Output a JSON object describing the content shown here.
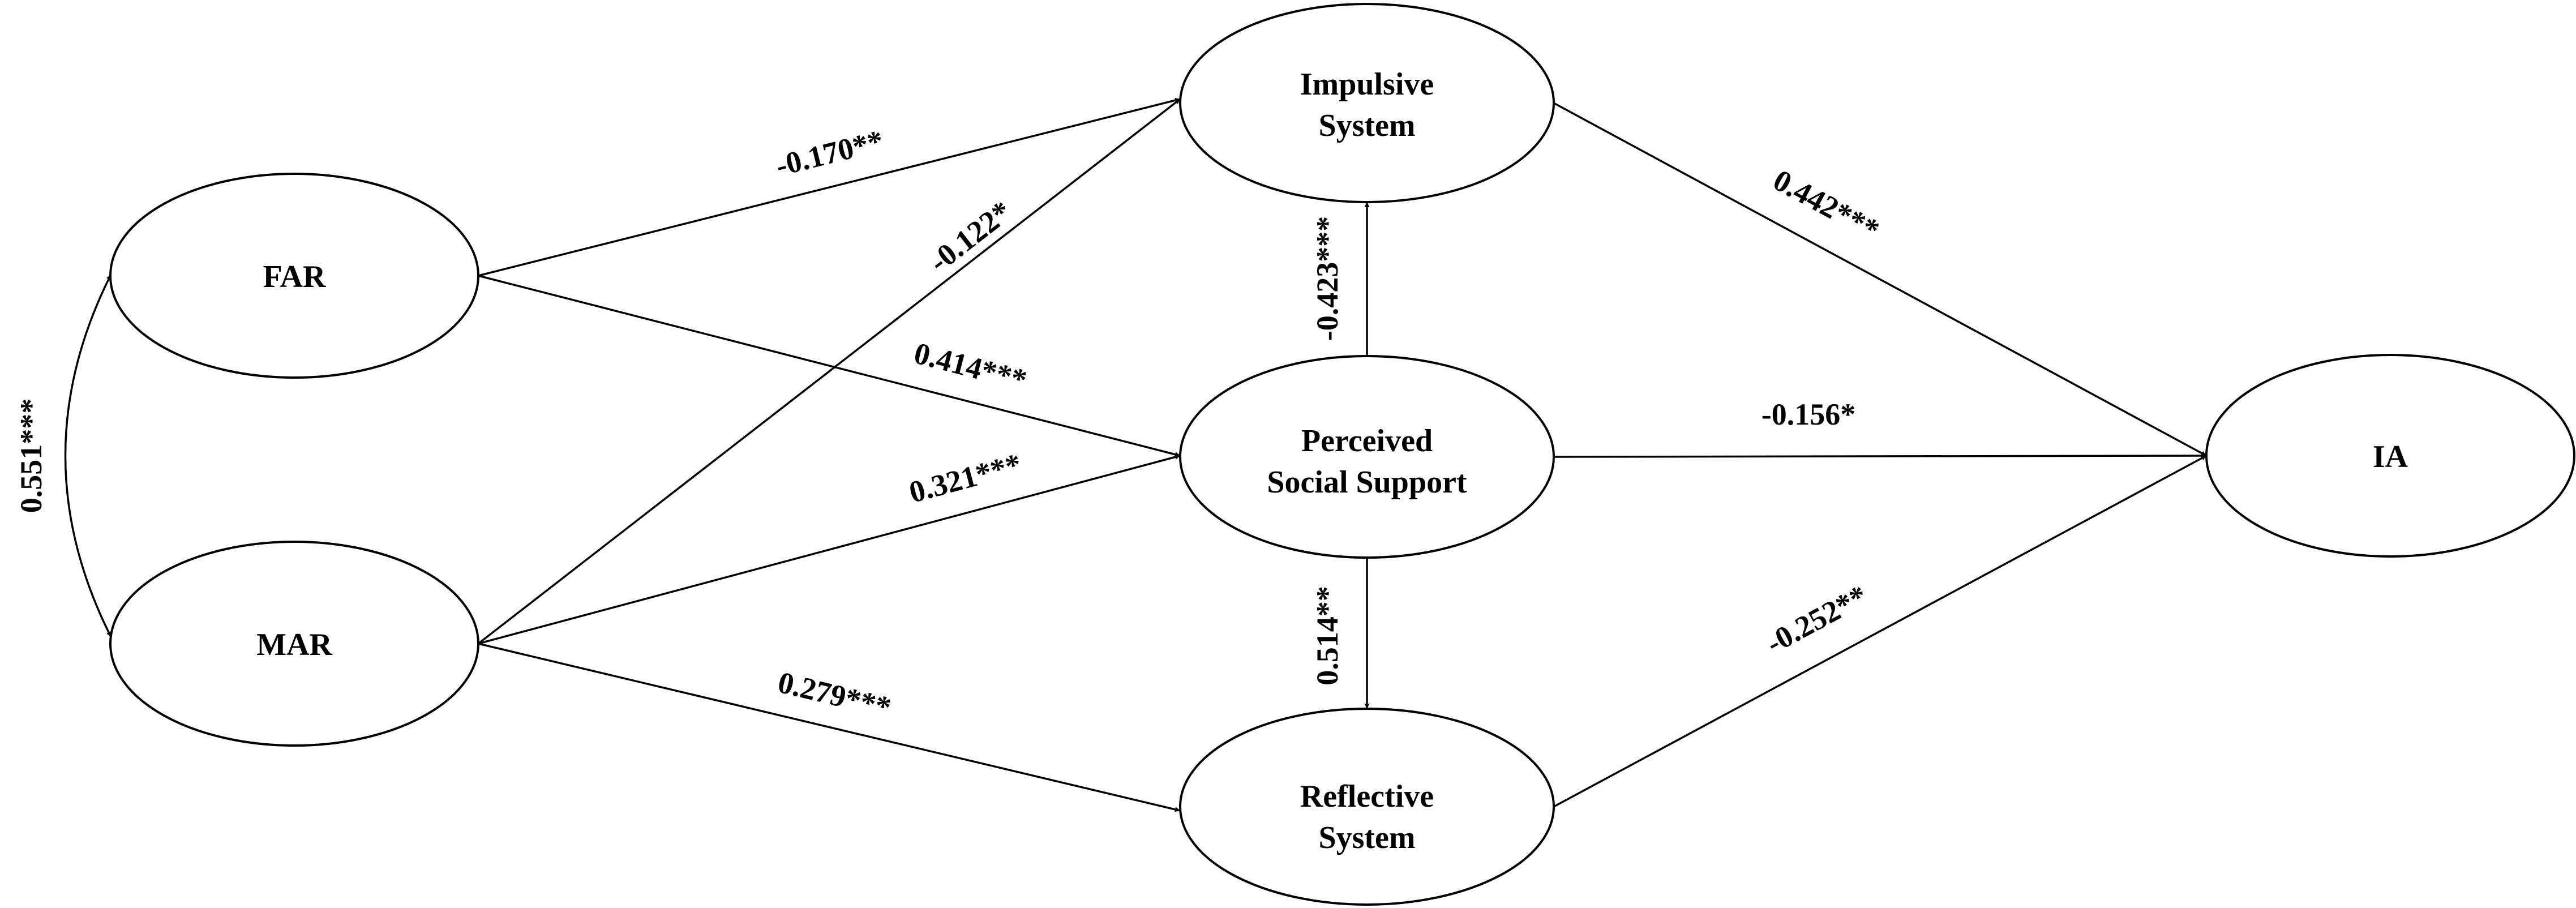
{
  "nodes": {
    "far": {
      "lines": [
        "FAR"
      ]
    },
    "mar": {
      "lines": [
        "MAR"
      ]
    },
    "impulsive": {
      "lines": [
        "Impulsive",
        "System"
      ]
    },
    "pss": {
      "lines": [
        "Perceived",
        "Social Support"
      ]
    },
    "reflective": {
      "lines": [
        "Reflective",
        "System"
      ]
    },
    "ia": {
      "lines": [
        "IA"
      ]
    }
  },
  "paths": {
    "far_mar": "0.551***",
    "far_impulsive": "-0.170**",
    "mar_impulsive": "-0.122*",
    "far_pss": "0.414***",
    "mar_pss": "0.321***",
    "mar_reflective": "0.279***",
    "pss_impulsive": "-0.423***",
    "pss_reflective": "0.514**",
    "impulsive_ia": "0.442***",
    "pss_ia": "-0.156*",
    "reflective_ia": "-0.252**"
  }
}
